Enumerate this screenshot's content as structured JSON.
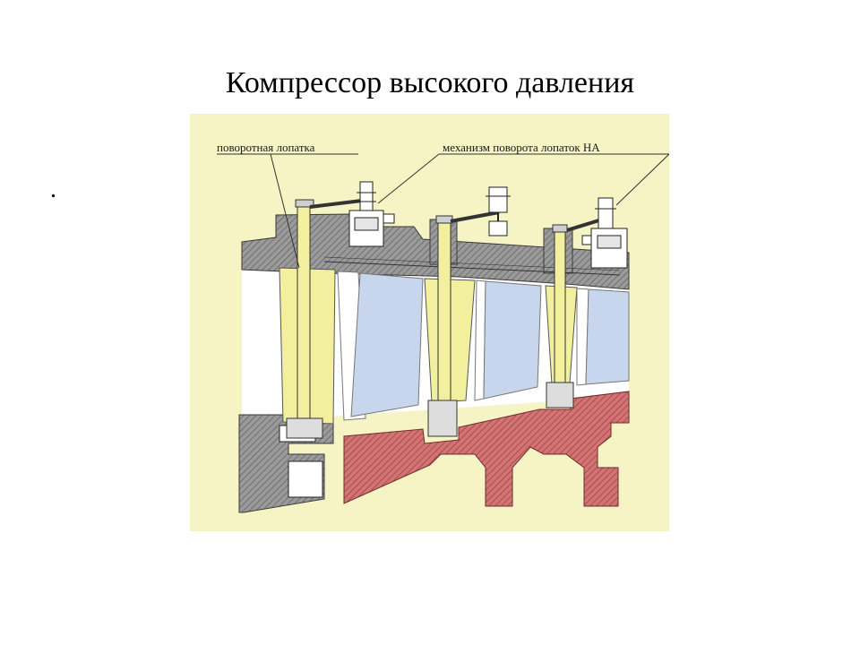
{
  "slide": {
    "title": "Компрессор высокого давления",
    "bullet": "."
  },
  "figure": {
    "label_left": "поворотная лопатка",
    "label_right": "механизм поворота лопаток НА"
  },
  "colors": {
    "background": "#f6f3c4",
    "casing": "#8a8a8a",
    "rotor": "#c86060",
    "rotor_blade": "#fbf8b8",
    "stator_blade": "#c7d6ec",
    "guide_vane": "#f2f09e"
  }
}
